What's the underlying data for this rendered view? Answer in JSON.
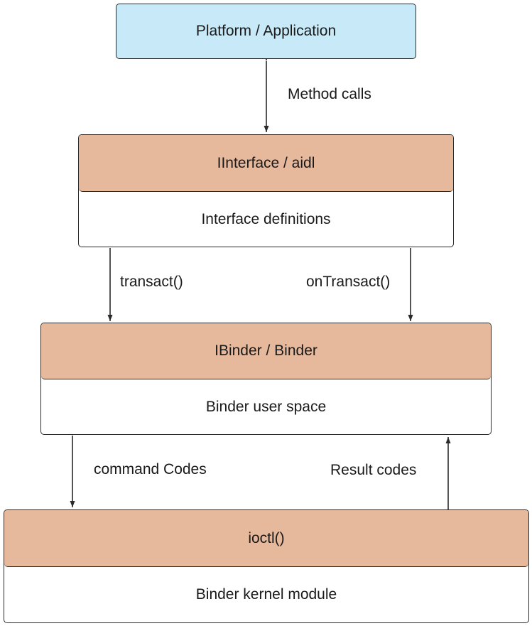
{
  "colors": {
    "platform_fill": "#c8e9f7",
    "layer_head_fill": "#e6b89c",
    "border": "#2a2a2a",
    "line": "#2a2a2a"
  },
  "platform": {
    "label": "Platform / Application"
  },
  "interface": {
    "header": "IInterface / aidl",
    "body": "Interface definitions"
  },
  "binder": {
    "header": "IBinder / Binder",
    "body": "Binder user space"
  },
  "kernel": {
    "header": "ioctl()",
    "body": "Binder kernel module"
  },
  "connectors": {
    "method_calls": "Method calls",
    "transact": "transact()",
    "on_transact": "onTransact()",
    "command_codes": "command Codes",
    "result_codes": "Result codes"
  }
}
